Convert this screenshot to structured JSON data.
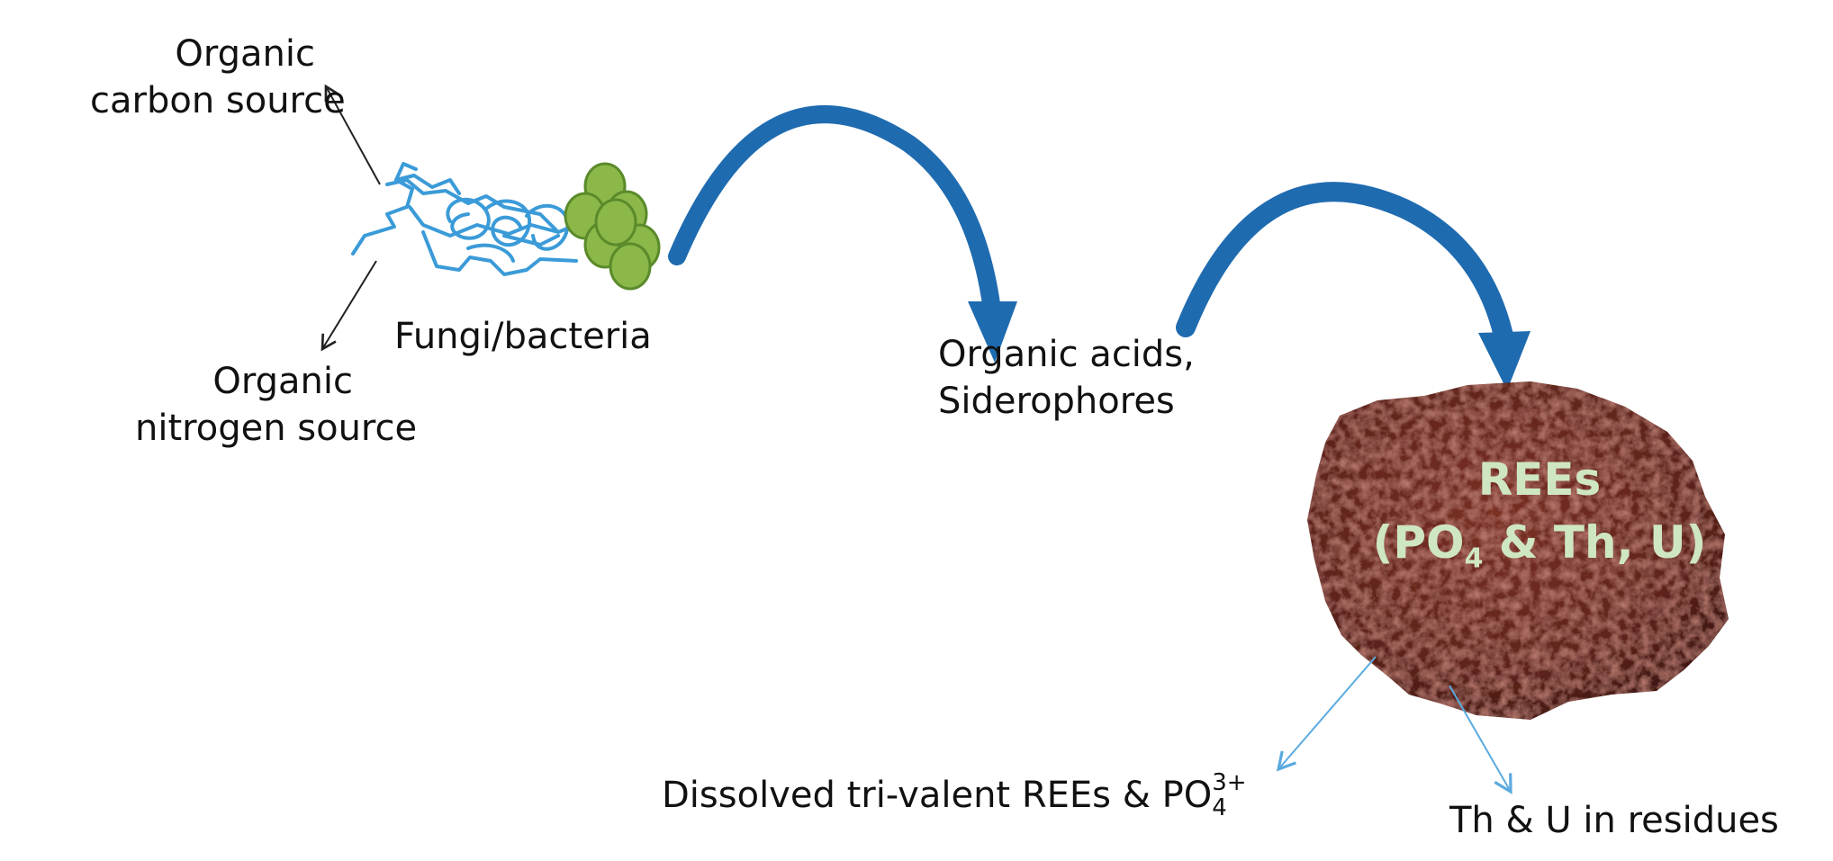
{
  "labels": {
    "carbon": [
      "Organic",
      "carbon source"
    ],
    "nitrogen": [
      "Organic",
      "nitrogen source"
    ],
    "microbe": "Fungi/bacteria",
    "acids": [
      "Organic acids,",
      "Siderophores"
    ],
    "ore_title": "REEs",
    "ore_sub": {
      "open": "(PO",
      "sub": "4",
      "rest": " & Th, U)"
    },
    "dissolved": {
      "main": "Dissolved tri-valent REEs & PO",
      "sub": "4",
      "sup": "3+"
    },
    "residues": "Th & U in residues"
  },
  "icons": {
    "hyphae": "fungal-hyphae-icon",
    "cells": "bacteria-cluster-icon",
    "ore": "ore-rock-image"
  },
  "colors": {
    "hyphae": "#3b9bd8",
    "cells_fill": "#8cb84a",
    "cells_stroke": "#5a8a2a",
    "curved_arrow": "#1f6bb0",
    "thin_arrow": "#5aaae0",
    "black_arrow": "#222222",
    "ore": "#6a2820",
    "ore_text": "#cfe6c3"
  }
}
